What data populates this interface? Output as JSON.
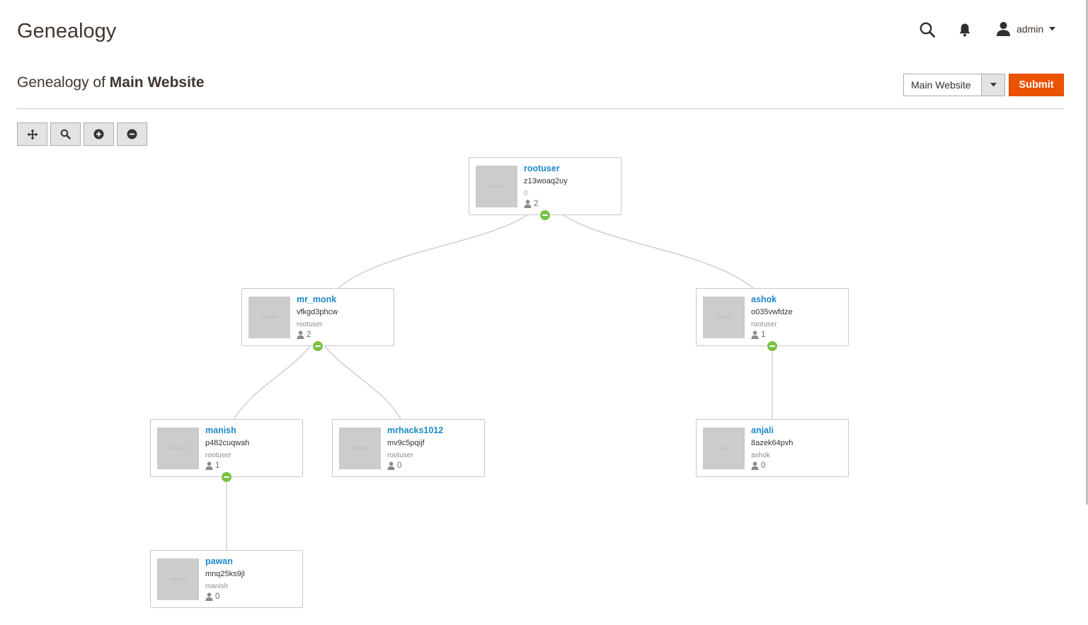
{
  "page": {
    "title": "Genealogy"
  },
  "header": {
    "user_label": "admin"
  },
  "subheader": {
    "prefix": "Genealogy of",
    "website": "Main Website"
  },
  "website_select": {
    "selected": "Main Website"
  },
  "submit_label": "Submit",
  "toolbar": [
    {
      "name": "move-tool-button",
      "icon": "move-icon"
    },
    {
      "name": "search-tool-button",
      "icon": "search-icon"
    },
    {
      "name": "zoom-in-button",
      "icon": "plus-circle-icon"
    },
    {
      "name": "zoom-out-button",
      "icon": "minus-circle-icon"
    }
  ],
  "thumb_placeholder": "150 x 150",
  "colors": {
    "accent": "#eb5202",
    "link": "#1e88c7",
    "toggle": "#79c143"
  },
  "nodes": {
    "rootuser": {
      "name": "rootuser",
      "code": "z13woaq2uy",
      "sponsor": "0",
      "count": "2"
    },
    "mr_monk": {
      "name": "mr_monk",
      "code": "vfkgd3phcw",
      "sponsor": "rootuser",
      "count": "2"
    },
    "ashok": {
      "name": "ashok",
      "code": "o035vwfdze",
      "sponsor": "rootuser",
      "count": "1"
    },
    "manish": {
      "name": "manish",
      "code": "p482cuqwah",
      "sponsor": "rootuser",
      "count": "1"
    },
    "mrhacks1012": {
      "name": "mrhacks1012",
      "code": "mv9c5pqijf",
      "sponsor": "rootuser",
      "count": "0"
    },
    "anjali": {
      "name": "anjali",
      "code": "8azek64pvh",
      "sponsor": "ashok",
      "count": "0"
    },
    "pawan": {
      "name": "pawan",
      "code": "mnq25ks9jl",
      "sponsor": "manish",
      "count": "0"
    }
  }
}
